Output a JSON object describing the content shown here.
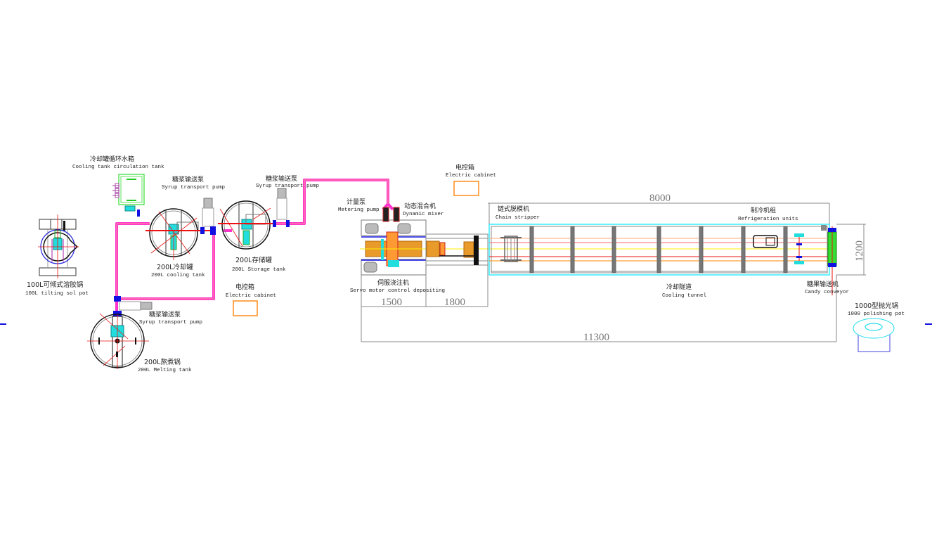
{
  "diagram": {
    "title": "Gummy candy production line layout",
    "equipment": {
      "tilting_pot": {
        "cn": "100L可倾式溶胶锅",
        "en": "100L tilting sol pot"
      },
      "circulation_tank": {
        "cn": "冷却罐循环水箱",
        "en": "Cooling tank circulation tank"
      },
      "pump_1": {
        "cn": "糖浆输送泵",
        "en": "Syrup transport pump"
      },
      "pump_2": {
        "cn": "糖浆输送泵",
        "en": "Syrup transport pump"
      },
      "pump_3": {
        "cn": "糖浆输送泵",
        "en": "Syrup transport pump"
      },
      "cooling_tank": {
        "cn": "200L冷却罐",
        "en": "200L cooling tank"
      },
      "storage_tank": {
        "cn": "200L存储罐",
        "en": "200L Storage tank"
      },
      "melting_tank": {
        "cn": "200L熬煮锅",
        "en": "200L Melting tank"
      },
      "cabinet_1": {
        "cn": "电控箱",
        "en": "Electric cabinet"
      },
      "cabinet_2": {
        "cn": "电控箱",
        "en": "Electric cabinet"
      },
      "metering_pump": {
        "cn": "计量泵",
        "en": "Metering pump"
      },
      "dynamic_mixer": {
        "cn": "动态混合机",
        "en": "Dynamic mixer"
      },
      "depositor": {
        "cn": "伺服浇注机",
        "en": "Servo motor control  depositing"
      },
      "chain_stripper": {
        "cn": "链式脱模机",
        "en": "Chain stripper"
      },
      "refrigeration": {
        "cn": "制冷机组",
        "en": "Refrigeration units"
      },
      "cooling_tunnel": {
        "cn": "冷却隧道",
        "en": "Cooling tunnel"
      },
      "candy_conveyor": {
        "cn": "糖果输送机",
        "en": "Candy conveyor"
      },
      "polishing_pot": {
        "cn": "1000型抛光锅",
        "en": "1000 polishing pot"
      }
    },
    "dimensions": {
      "depositor_length": "1500",
      "transfer_length": "1800",
      "tunnel_length": "8000",
      "total_length": "11300",
      "width": "1200"
    },
    "colors": {
      "syrup_pipe": "#ff33cc",
      "pipe_core": "#ff0000",
      "valve": "#1010e0",
      "pump_body": "#00dddd",
      "frame": "#777777",
      "tunnel_outline": "#33eeff",
      "circ_tank": "#33dd33",
      "cabinet": "#ff8c1a",
      "center_line": "#ffee00",
      "mold_tray": "#e89a2a"
    }
  }
}
